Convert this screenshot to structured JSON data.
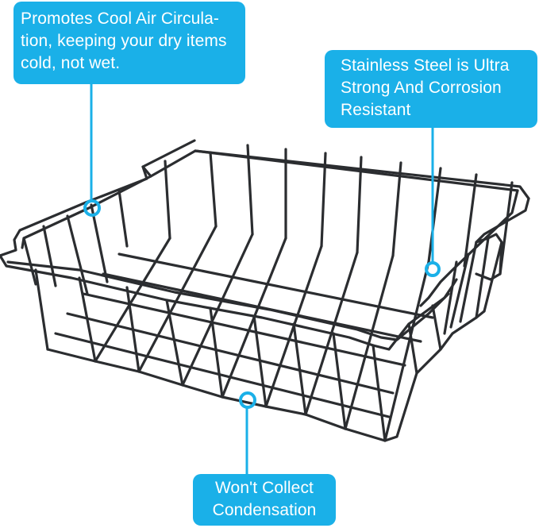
{
  "colors": {
    "callout_bg": "#1ab0e8",
    "callout_text": "#ffffff",
    "wire": "#2b2d30",
    "background": "#ffffff"
  },
  "callouts": {
    "circulation": {
      "line1": "Promotes Cool Air Circula-",
      "line2": "tion, keeping your dry items",
      "line3": "cold, not wet."
    },
    "steel": {
      "line1": "Stainless Steel is Ultra",
      "line2": "Strong And Corrosion",
      "line3": "Resistant"
    },
    "condensation": {
      "line1": "Won't Collect",
      "line2": "Condensation"
    }
  },
  "image": {
    "subject": "wire-basket",
    "icon": "wire-basket-icon"
  }
}
